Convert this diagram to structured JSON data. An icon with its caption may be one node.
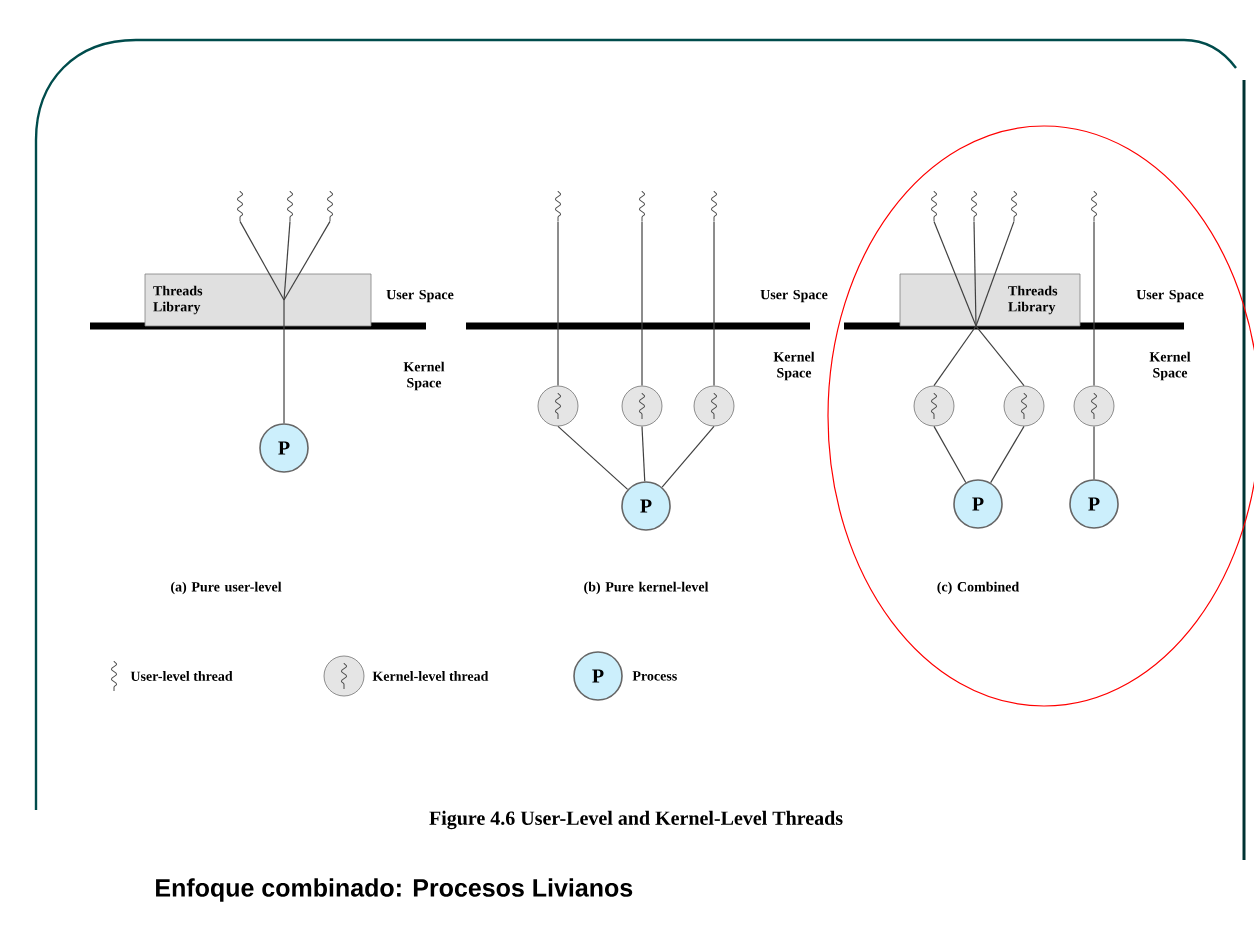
{
  "diagram": {
    "title": "Enfoque combinado: Procesos Livianos",
    "caption": "Figure 4.6 User-Level and Kernel-Level Threads",
    "nodes": [
      {
        "text": [
          "Threads Library"
        ]
      },
      {
        "text": [],
        "shape": "squiggle"
      },
      {
        "text": [],
        "shape": "squiggle"
      },
      {
        "text": [],
        "shape": "squiggle"
      },
      {
        "text": [
          "P"
        ]
      },
      {
        "text": [],
        "shape": "squiggle"
      },
      {
        "text": [],
        "shape": "squiggle"
      },
      {
        "text": [],
        "shape": "squiggle"
      },
      {
        "text": [],
        "shape": "circle"
      },
      {
        "text": [],
        "shape": "circle"
      },
      {
        "text": [],
        "shape": "circle"
      },
      {
        "text": [
          "P"
        ]
      },
      {
        "text": [
          "Threads Library"
        ]
      },
      {
        "text": [],
        "shape": "squiggle"
      },
      {
        "text": [],
        "shape": "squiggle"
      },
      {
        "text": [],
        "shape": "squiggle"
      },
      {
        "text": [],
        "shape": "squiggle"
      },
      {
        "text": [],
        "shape": "circle"
      },
      {
        "text": [],
        "shape": "circle"
      },
      {
        "text": [],
        "shape": "circle"
      },
      {
        "text": [
          "P"
        ]
      },
      {
        "text": [
          "P"
        ]
      },
      {
        "text": [
          "P"
        ]
      }
    ],
    "edges": [
      {
        "from": 1,
        "to": 0,
        "arrow": "none"
      },
      {
        "from": 2,
        "to": 0,
        "arrow": "none"
      },
      {
        "from": 3,
        "to": 0,
        "arrow": "none"
      },
      {
        "from": 0,
        "to": 4,
        "arrow": "none"
      },
      {
        "from": 5,
        "to": 8,
        "arrow": "none"
      },
      {
        "from": 6,
        "to": 9,
        "arrow": "none"
      },
      {
        "from": 7,
        "to": 10,
        "arrow": "none"
      },
      {
        "from": 8,
        "to": 11,
        "arrow": "none"
      },
      {
        "from": 9,
        "to": 11,
        "arrow": "none"
      },
      {
        "from": 10,
        "to": 11,
        "arrow": "none"
      },
      {
        "from": 13,
        "to": 12,
        "arrow": "none"
      },
      {
        "from": 14,
        "to": 12,
        "arrow": "none"
      },
      {
        "from": 15,
        "to": 12,
        "arrow": "none"
      },
      {
        "from": 12,
        "to": 17,
        "arrow": "none"
      },
      {
        "from": 12,
        "to": 18,
        "arrow": "none"
      },
      {
        "from": 16,
        "to": 19,
        "arrow": "none"
      },
      {
        "from": 17,
        "to": 20,
        "arrow": "none"
      },
      {
        "from": 18,
        "to": 20,
        "arrow": "none"
      },
      {
        "from": 19,
        "to": 21,
        "arrow": "none"
      }
    ],
    "labels": [
      "User Space",
      "User Space",
      "User Space",
      "Kernel Space",
      "Kernel Space",
      "Kernel Space",
      "(a) Pure user-level",
      "(b) Pure kernel-level",
      "(c) Combined"
    ],
    "legend": [
      {
        "text": "User-level thread"
      },
      {
        "text": "Kernel-level thread"
      },
      {
        "text": "Process"
      }
    ]
  }
}
